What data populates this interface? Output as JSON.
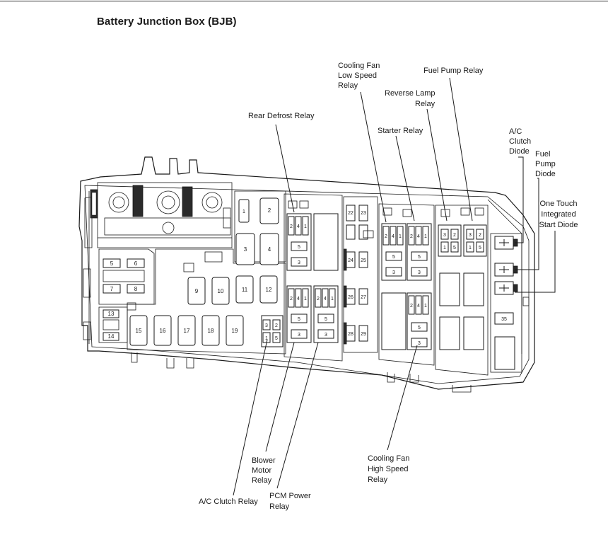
{
  "title": "Battery Junction Box (BJB)",
  "callouts": {
    "rear_defrost_relay": "Rear Defrost Relay",
    "cooling_fan_low_speed_relay": [
      "Cooling Fan",
      "Low Speed",
      "Relay"
    ],
    "fuel_pump_relay": "Fuel Pump Relay",
    "reverse_lamp_relay": [
      "Reverse Lamp",
      "Relay"
    ],
    "starter_relay": "Starter Relay",
    "ac_clutch_diode": [
      "A/C",
      "Clutch",
      "Diode"
    ],
    "fuel_pump_diode": [
      "Fuel",
      "Pump",
      "Diode"
    ],
    "one_touch_integrated_start_diode": [
      "One Touch",
      "Integrated",
      "Start Diode"
    ],
    "blower_motor_relay": [
      "Blower",
      "Motor",
      "Relay"
    ],
    "ac_clutch_relay": "A/C Clutch Relay",
    "pcm_power_relay": [
      "PCM Power",
      "Relay"
    ],
    "cooling_fan_high_speed_relay": [
      "Cooling Fan",
      "High Speed",
      "Relay"
    ]
  },
  "fuse_numbers": {
    "f1": "1",
    "f2": "2",
    "f3": "3",
    "f4": "4",
    "f5": "5",
    "f6": "6",
    "f7": "7",
    "f8": "8",
    "f9": "9",
    "f10": "10",
    "f11": "11",
    "f12": "12",
    "f13": "13",
    "f14": "14",
    "f15": "15",
    "f16": "16",
    "f17": "17",
    "f18": "18",
    "f19": "19",
    "f22": "22",
    "f23": "23",
    "f24": "24",
    "f25": "25",
    "f26": "26",
    "f27": "27",
    "f28": "28",
    "f29": "29",
    "f35": "35"
  },
  "relay_pins": {
    "p1": "1",
    "p2": "2",
    "p3": "3",
    "p4": "4",
    "p5": "5"
  }
}
